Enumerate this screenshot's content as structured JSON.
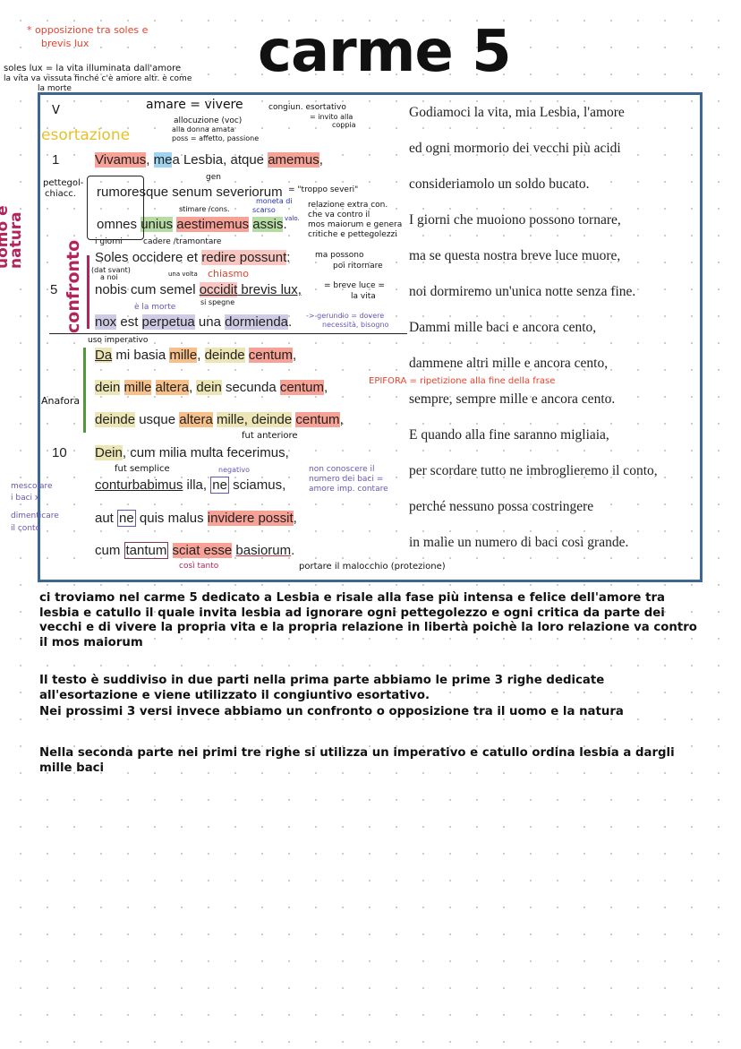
{
  "title": "carme 5",
  "notes_top": {
    "opposition": "* opposizione tra soles e",
    "opposition2": "brevis lux",
    "soles_lux": "soles lux = la vita illuminata dall'amore",
    "vita": "la vita va vissuta finché c'è amore altr. è come",
    "morte": "la morte",
    "v": "V",
    "amare": "amare = vivere",
    "congiuntivo": "congiun. esortativo",
    "invito": "= invito alla",
    "coppia": "coppia",
    "esortazione": "esortazione",
    "allocuzione": "allocuzione (voc)",
    "donna": "alla donna amata",
    "poss": "poss = affetto, passione"
  },
  "latin": {
    "l1": [
      "Vivamus",
      ", ",
      "me",
      "a Lesbia, atque ",
      "amemus",
      ","
    ],
    "l2": [
      "rumoresque senum severiorum"
    ],
    "l3": [
      "omnes ",
      "unius",
      " ",
      "aestimemus",
      " ",
      "assis",
      "."
    ],
    "l4": [
      "Soles occidere et ",
      "redire possunt",
      ":"
    ],
    "l5": [
      "nobis cum semel ",
      "occidit",
      " brevis lux,"
    ],
    "l6": [
      "nox",
      " est ",
      "perpetua",
      " una ",
      "dormienda",
      "."
    ],
    "l7": [
      "Da",
      " mi basia ",
      "mille",
      ", ",
      "deinde",
      " ",
      "centum",
      ","
    ],
    "l8": [
      "dein",
      " ",
      "mille",
      " ",
      "altera",
      ", ",
      "dein",
      " secunda ",
      "centum",
      ","
    ],
    "l9": [
      "deinde",
      " usque ",
      "altera",
      " ",
      "mille, deinde",
      " ",
      "centum",
      ","
    ],
    "l10": [
      "Dein",
      ", cum milia multa fecerimus,"
    ],
    "l11": [
      "conturbabimus",
      " illa, ",
      "ne",
      " sciamus,"
    ],
    "l12": [
      "aut ",
      "ne",
      " quis malus ",
      "invidere possit",
      ","
    ],
    "l13": [
      "cum ",
      "tantum",
      " ",
      "sciat esse",
      " ",
      "basiorum",
      "."
    ],
    "numbers": [
      "1",
      "5",
      "10"
    ]
  },
  "annotations": {
    "pettegolacci": "pettegol-",
    "pettegolacci2": "chiacc.",
    "gen": "gen",
    "troppo_severi": "= \"troppo severi\"",
    "stimare": "stimare /cons.",
    "scarso": "scarso",
    "moneta": "moneta di",
    "valo": "valo.",
    "relazione": [
      "relazione extra con.",
      "che va contro il",
      "mos maiorum e genera",
      "critiche e pettegolezzi"
    ],
    "giorni": "i giorni",
    "cadere": "cadere /tramontare",
    "ma_possono": "ma possono",
    "poi_ritornare": "poi ritornare",
    "dat": "(dat svant)",
    "a_noi": "a noi",
    "una_volta": "una volta",
    "chiasmo": "chiasmo",
    "si_spegne": "si spegne",
    "breve_luce": "= breve luce =",
    "la_vita": "la vita",
    "e_morte": "è la morte",
    "gerundio": "-> gerundio = dovere",
    "necessita": "necessità, bisogno",
    "uomo_natura": "uomo e natura",
    "confronto": "confronto",
    "uso_imperativo": "uso imperativo",
    "anafora": "Anafora",
    "epifora": "EPIFORA = ripetizione alla fine della frase",
    "fut_anteriore": "fut anteriore",
    "fut_semplice": "fut semplice",
    "negativo": "negativo",
    "non_conoscere": [
      "non conoscere il",
      "numero dei baci =",
      "amore imp. contare"
    ],
    "mescolare": [
      "mescolare",
      "i baci x",
      "dimenticare",
      "il conto"
    ],
    "malocchio": "portare il malocchio (protezione)",
    "cosi_tanto": "così tanto"
  },
  "italian": [
    "Godiamoci la vita, mia Lesbia, l'amore",
    "ed ogni mormorio dei vecchi più acidi",
    "consideriamolo un soldo bucato.",
    "I giorni che muoiono possono tornare,",
    "ma se questa nostra breve luce muore,",
    "noi dormiremo un'unica notte senza fine.",
    "Dammi mille baci e ancora cento,",
    "dammene altri mille e ancora cento,",
    "sempre, sempre mille e ancora cento.",
    "E quando alla fine saranno migliaia,",
    "per scordare tutto ne imbroglieremo il conto,",
    "perché nessuno possa costringere",
    "in malìe un numero di baci così grande."
  ],
  "paragraphs": [
    "ci troviamo nel carme 5 dedicato a Lesbia e risale alla fase più intensa e felice dell'amore tra lesbia e catullo il quale invita lesbia ad ignorare ogni pettegolezzo e ogni critica da parte dei vecchi e di vivere la propria vita e la propria relazione in libertà poichè la loro relazione va contro il mos maiorum",
    "Il testo è suddiviso in due parti nella prima parte abbiamo le prime 3 righe dedicate all'esortazione e viene utilizzato il congiuntivo esortativo.",
    "Nei prossimi 3 versi invece abbiamo un confronto o opposizione tra il uomo e la natura",
    "Nella seconda parte nei primi tre righe si utilizza un imperativo e catullo ordina lesbia a dargli mille baci"
  ],
  "colors": {
    "frame": "#3b6790",
    "red_highlight": "#f7a197",
    "blue_highlight": "#9fd4f0",
    "green_highlight": "#b6dca4",
    "orange_highlight": "#f7c08a",
    "purple_highlight": "#cfcbe5",
    "annotation_red": "#e8412c",
    "annotation_purple": "#6a55b5",
    "annotation_magenta": "#b3245a"
  }
}
